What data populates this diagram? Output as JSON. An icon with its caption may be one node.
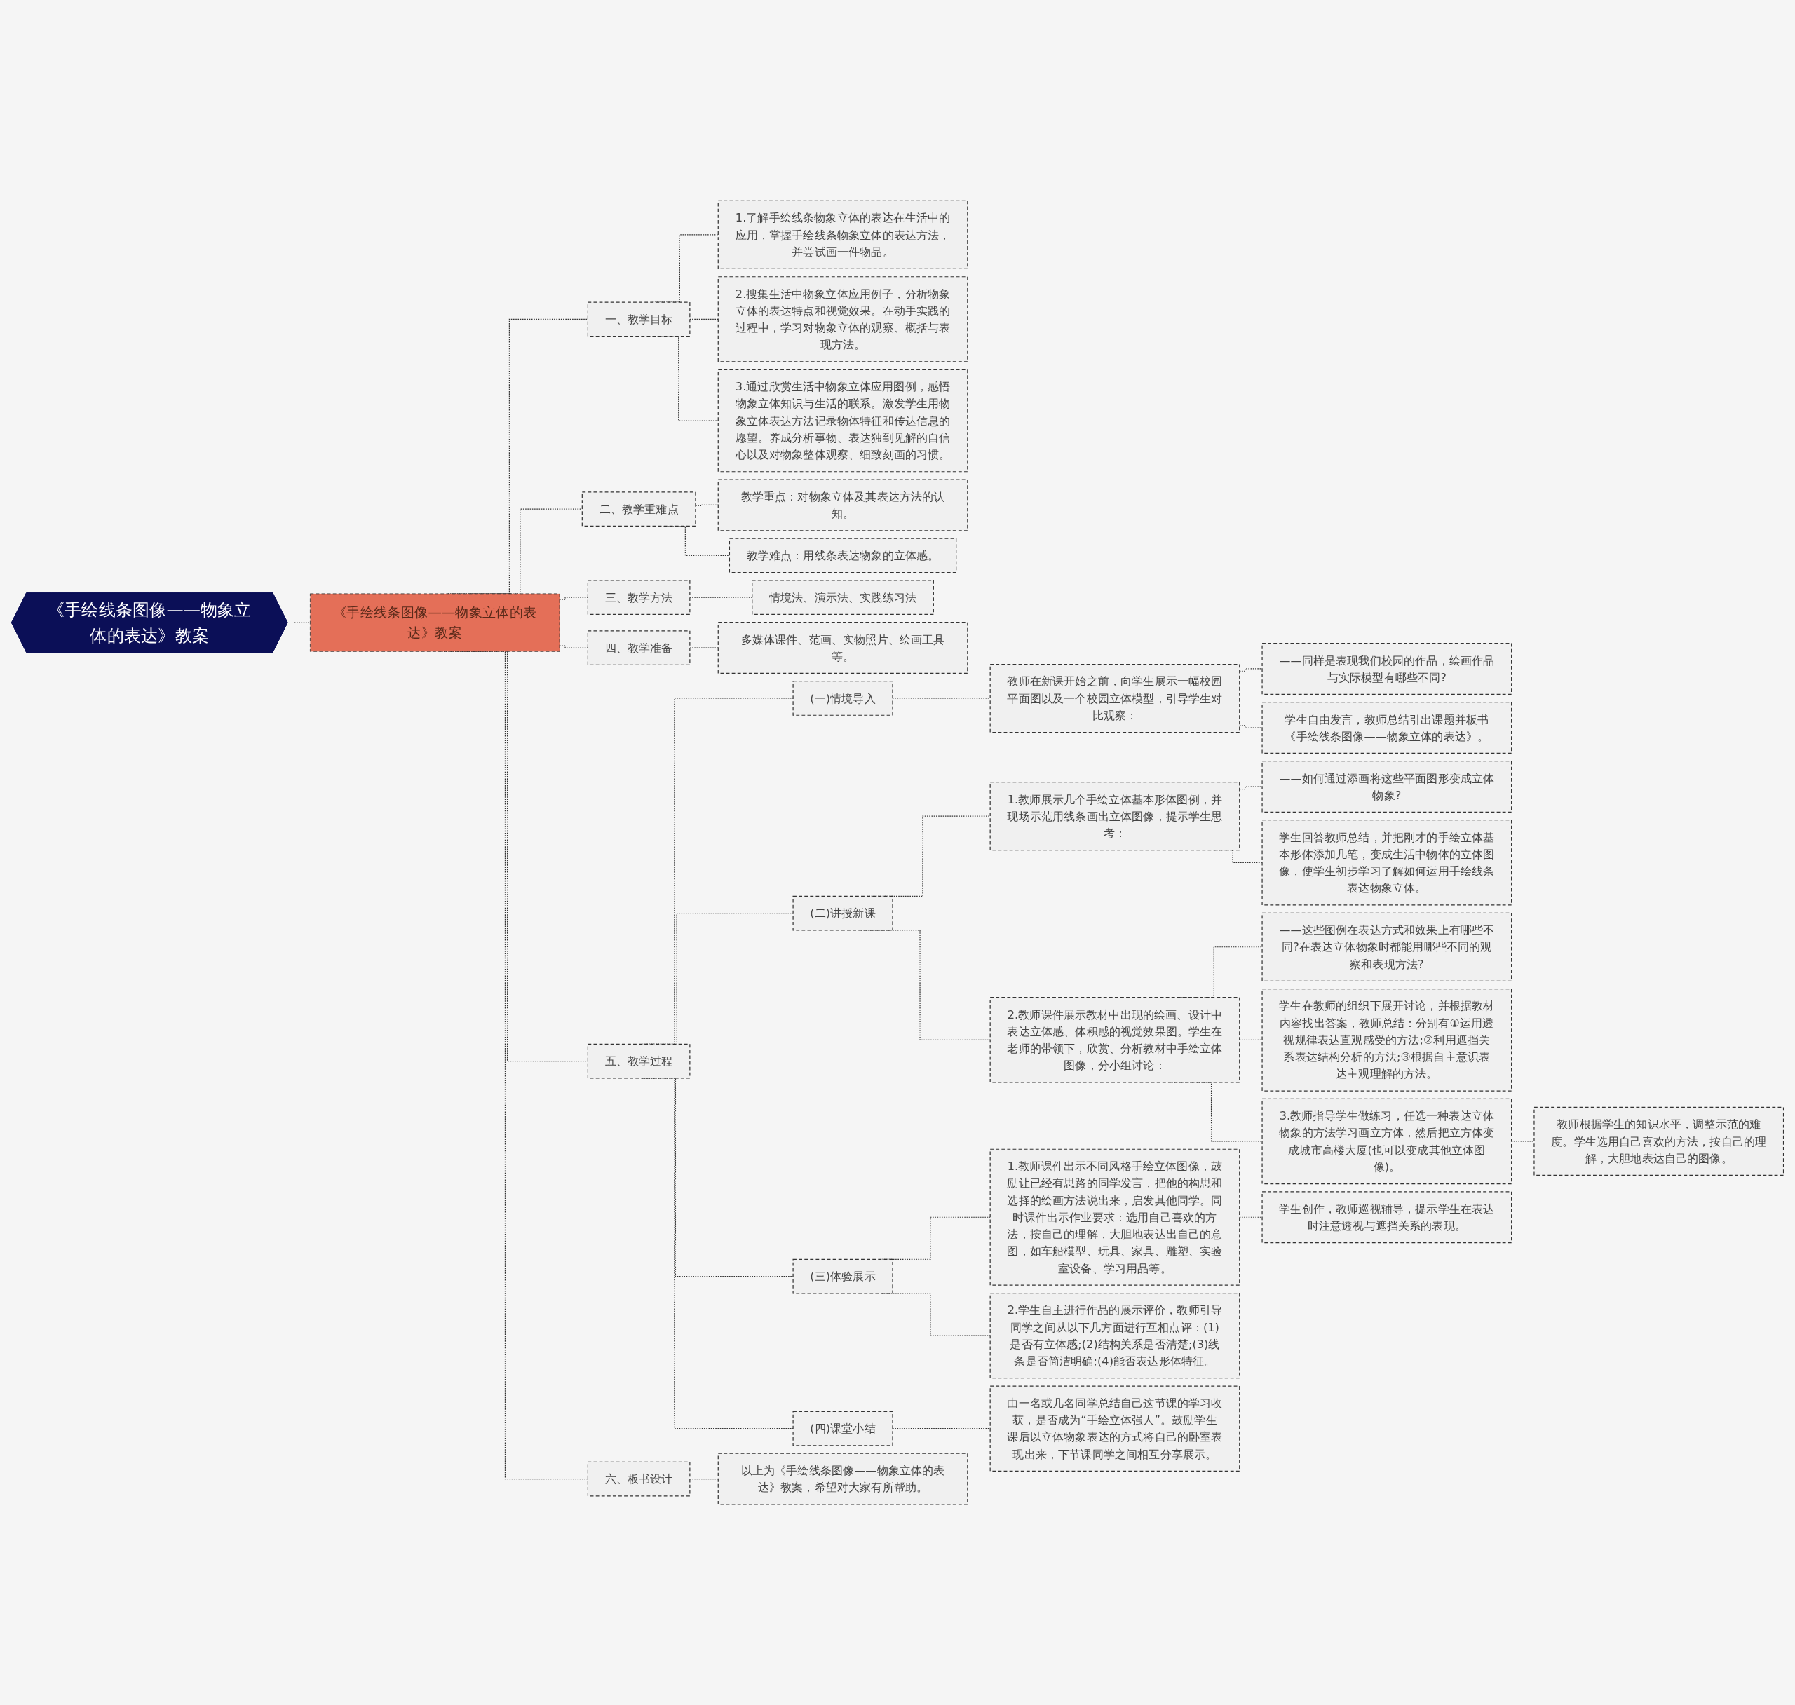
{
  "diagram": {
    "nodes": [
      {
        "text": [
          "《手绘线条图像——物象立体的表达》教案"
        ]
      },
      {
        "text": [
          "《手绘线条图像——物象立体的表达》教案"
        ]
      },
      {
        "text": [
          "一、教学目标"
        ]
      },
      {
        "text": [
          "1.了解手绘线条物象立体的表达在生活中的应用，掌握手绘线条物象立体的表达方法，并尝试画一件物品。"
        ]
      },
      {
        "text": [
          "2.搜集生活中物象立体应用例子，分析物象立体的表达特点和视觉效果。在动手实践的过程中，学习对物象立体的观察、概括与表现方法。"
        ]
      },
      {
        "text": [
          "3.通过欣赏生活中物象立体应用图例，感悟物象立体知识与生活的联系。激发学生用物象立体表达方法记录物体特征和传达信息的愿望。养成分析事物、表达独到见解的自信心以及对物象整体观察、细致刻画的习惯。"
        ]
      },
      {
        "text": [
          "二、教学重难点"
        ]
      },
      {
        "text": [
          "教学重点：对物象立体及其表达方法的认知。"
        ]
      },
      {
        "text": [
          "教学难点：用线条表达物象的立体感。"
        ]
      },
      {
        "text": [
          "三、教学方法"
        ]
      },
      {
        "text": [
          "情境法、演示法、实践练习法"
        ]
      },
      {
        "text": [
          "四、教学准备"
        ]
      },
      {
        "text": [
          "多媒体课件、范画、实物照片、绘画工具等。"
        ]
      },
      {
        "text": [
          "五、教学过程"
        ]
      },
      {
        "text": [
          "(一)情境导入"
        ]
      },
      {
        "text": [
          "教师在新课开始之前，向学生展示一幅校园平面图以及一个校园立体模型，引导学生对比观察："
        ]
      },
      {
        "text": [
          "——同样是表现我们校园的作品，绘画作品与实际模型有哪些不同?"
        ]
      },
      {
        "text": [
          "学生自由发言，教师总结引出课题并板书《手绘线条图像——物象立体的表达》。"
        ]
      },
      {
        "text": [
          "(二)讲授新课"
        ]
      },
      {
        "text": [
          "1.教师展示几个手绘立体基本形体图例，并现场示范用线条画出立体图像，提示学生思考："
        ]
      },
      {
        "text": [
          "——如何通过添画将这些平面图形变成立体物象?"
        ]
      },
      {
        "text": [
          "学生回答教师总结，并把刚才的手绘立体基本形体添加几笔，变成生活中物体的立体图像，使学生初步学习了解如何运用手绘线条表达物象立体。"
        ]
      },
      {
        "text": [
          "2.教师课件展示教材中出现的绘画、设计中表达立体感、体积感的视觉效果图。学生在老师的带领下，欣赏、分析教材中手绘立体图像，分小组讨论："
        ]
      },
      {
        "text": [
          "——这些图例在表达方式和效果上有哪些不同?在表达立体物象时都能用哪些不同的观察和表现方法?"
        ]
      },
      {
        "text": [
          "学生在教师的组织下展开讨论，并根据教材内容找出答案，教师总结：分别有①运用透视规律表达直观感受的方法;②利用遮挡关系表达结构分析的方法;③根据自主意识表达主观理解的方法。"
        ]
      },
      {
        "text": [
          "3.教师指导学生做练习，任选一种表达立体物象的方法学习画立方体，然后把立方体变成城市高楼大厦(也可以变成其他立体图像)。"
        ]
      },
      {
        "text": [
          "教师根据学生的知识水平，调整示范的难度。学生选用自己喜欢的方法，按自己的理解，大胆地表达自己的图像。"
        ]
      },
      {
        "text": [
          "(三)体验展示"
        ]
      },
      {
        "text": [
          "1.教师课件出示不同风格手绘立体图像，鼓励让已经有思路的同学发言，把他的构思和选择的绘画方法说出来，启发其他同学。同时课件出示作业要求：选用自己喜欢的方法，按自己的理解，大胆地表达出自己的意图，如车船模型、玩具、家具、雕塑、实验室设备、学习用品等。"
        ]
      },
      {
        "text": [
          "学生创作，教师巡视辅导，提示学生在表达时注意透视与遮挡关系的表现。"
        ]
      },
      {
        "text": [
          "2.学生自主进行作品的展示评价，教师引导同学之间从以下几方面进行互相点评：(1)是否有立体感;(2)结构关系是否清楚;(3)线条是否简洁明确;(4)能否表达形体特征。"
        ]
      },
      {
        "text": [
          "(四)课堂小结"
        ]
      },
      {
        "text": [
          "由一名或几名同学总结自己这节课的学习收获，是否成为“手绘立体强人”。鼓励学生课后以立体物象表达的方式将自己的卧室表现出来，下节课同学之间相互分享展示。"
        ]
      },
      {
        "text": [
          "六、板书设计"
        ]
      },
      {
        "text": [
          "以上为《手绘线条图像——物象立体的表达》教案，希望对大家有所帮助。"
        ]
      }
    ],
    "edges": [
      {
        "from": 0,
        "to": 1,
        "arrow": "none",
        "style": "dashed"
      },
      {
        "from": 1,
        "to": 2,
        "arrow": "none",
        "style": "dashed"
      },
      {
        "from": 2,
        "to": 3,
        "arrow": "none",
        "style": "dashed"
      },
      {
        "from": 2,
        "to": 4,
        "arrow": "none",
        "style": "dashed"
      },
      {
        "from": 2,
        "to": 5,
        "arrow": "none",
        "style": "dashed"
      },
      {
        "from": 1,
        "to": 6,
        "arrow": "none",
        "style": "dashed"
      },
      {
        "from": 6,
        "to": 7,
        "arrow": "none",
        "style": "dashed"
      },
      {
        "from": 6,
        "to": 8,
        "arrow": "none",
        "style": "dashed"
      },
      {
        "from": 1,
        "to": 9,
        "arrow": "none",
        "style": "dashed"
      },
      {
        "from": 9,
        "to": 10,
        "arrow": "none",
        "style": "dashed"
      },
      {
        "from": 1,
        "to": 11,
        "arrow": "none",
        "style": "dashed"
      },
      {
        "from": 11,
        "to": 12,
        "arrow": "none",
        "style": "dashed"
      },
      {
        "from": 1,
        "to": 13,
        "arrow": "none",
        "style": "dashed"
      },
      {
        "from": 13,
        "to": 14,
        "arrow": "none",
        "style": "dashed"
      },
      {
        "from": 14,
        "to": 15,
        "arrow": "none",
        "style": "dashed"
      },
      {
        "from": 15,
        "to": 16,
        "arrow": "none",
        "style": "dashed"
      },
      {
        "from": 15,
        "to": 17,
        "arrow": "none",
        "style": "dashed"
      },
      {
        "from": 13,
        "to": 18,
        "arrow": "none",
        "style": "dashed"
      },
      {
        "from": 18,
        "to": 19,
        "arrow": "none",
        "style": "dashed"
      },
      {
        "from": 19,
        "to": 20,
        "arrow": "none",
        "style": "dashed"
      },
      {
        "from": 19,
        "to": 21,
        "arrow": "none",
        "style": "dashed"
      },
      {
        "from": 18,
        "to": 22,
        "arrow": "none",
        "style": "dashed"
      },
      {
        "from": 22,
        "to": 23,
        "arrow": "none",
        "style": "dashed"
      },
      {
        "from": 22,
        "to": 24,
        "arrow": "none",
        "style": "dashed"
      },
      {
        "from": 22,
        "to": 25,
        "arrow": "none",
        "style": "dashed"
      },
      {
        "from": 25,
        "to": 26,
        "arrow": "none",
        "style": "dashed"
      },
      {
        "from": 13,
        "to": 27,
        "arrow": "none",
        "style": "dashed"
      },
      {
        "from": 27,
        "to": 28,
        "arrow": "none",
        "style": "dashed"
      },
      {
        "from": 28,
        "to": 29,
        "arrow": "none",
        "style": "dashed"
      },
      {
        "from": 27,
        "to": 30,
        "arrow": "none",
        "style": "dashed"
      },
      {
        "from": 13,
        "to": 31,
        "arrow": "none",
        "style": "dashed"
      },
      {
        "from": 31,
        "to": 32,
        "arrow": "none",
        "style": "dashed"
      },
      {
        "from": 1,
        "to": 33,
        "arrow": "none",
        "style": "dashed"
      },
      {
        "from": 33,
        "to": 34,
        "arrow": "none",
        "style": "dashed"
      }
    ]
  }
}
